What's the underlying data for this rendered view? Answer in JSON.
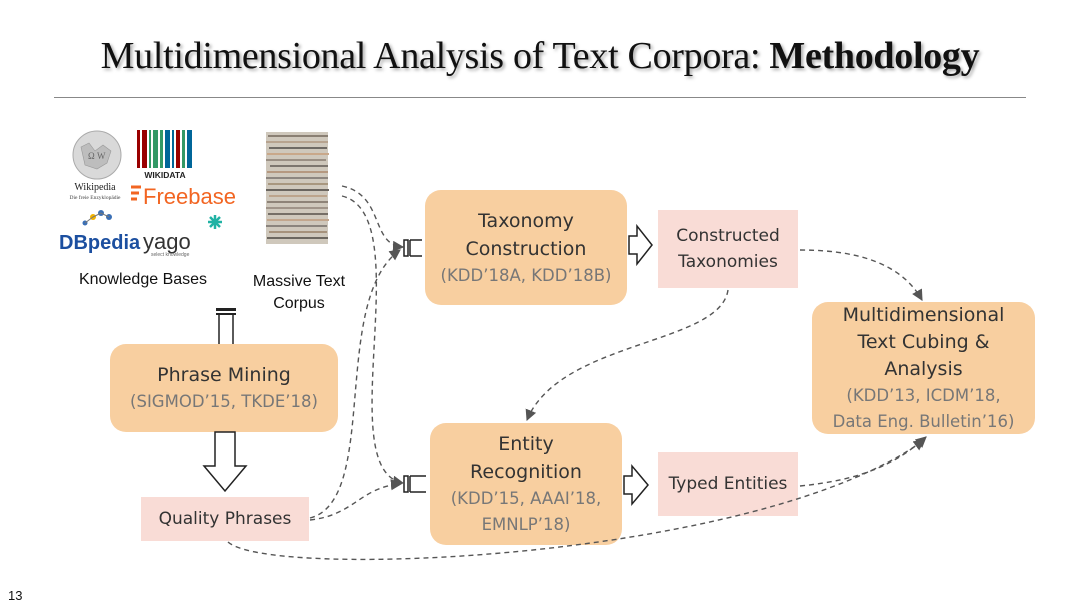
{
  "slide": {
    "title_regular": "Multidimensional Analysis of Text Corpora: ",
    "title_bold": "Methodology",
    "page_number": "13"
  },
  "logos": {
    "wikipedia": "Wikipedia",
    "wikipedia_sub": "Die freie Enzyklopädie",
    "wikidata": "WIKIDATA",
    "freebase": "Freebase",
    "dbpedia": "DBpedia",
    "yago": "yago",
    "yago_sub": "select knowledge"
  },
  "captions": {
    "knowledge_bases": "Knowledge Bases",
    "massive_text_corpus": "Massive Text Corpus"
  },
  "nodes": {
    "phrase_mining": {
      "label": "Phrase Mining",
      "cite": "(SIGMOD’15, TKDE’18)"
    },
    "taxonomy": {
      "label_line1": "Taxonomy",
      "label_line2": "Construction",
      "cite": "(KDD’18A, KDD’18B)"
    },
    "entity": {
      "label_line1": "Entity",
      "label_line2": "Recognition",
      "cite_line1": "(KDD’15, AAAI’18,",
      "cite_line2": "EMNLP’18)"
    },
    "cubing": {
      "label_line1": "Multidimensional",
      "label_line2": "Text Cubing &",
      "label_line3": "Analysis",
      "cite_line1": "(KDD’13, ICDM’18,",
      "cite_line2": "Data Eng. Bulletin’16)"
    }
  },
  "outputs": {
    "quality_phrases": "Quality Phrases",
    "constructed_taxonomies_line1": "Constructed",
    "constructed_taxonomies_line2": "Taxonomies",
    "typed_entities": "Typed Entities"
  },
  "colors": {
    "process_box": "#f8cfa0",
    "output_box": "#f9dcd6",
    "arrow": "#555555"
  }
}
